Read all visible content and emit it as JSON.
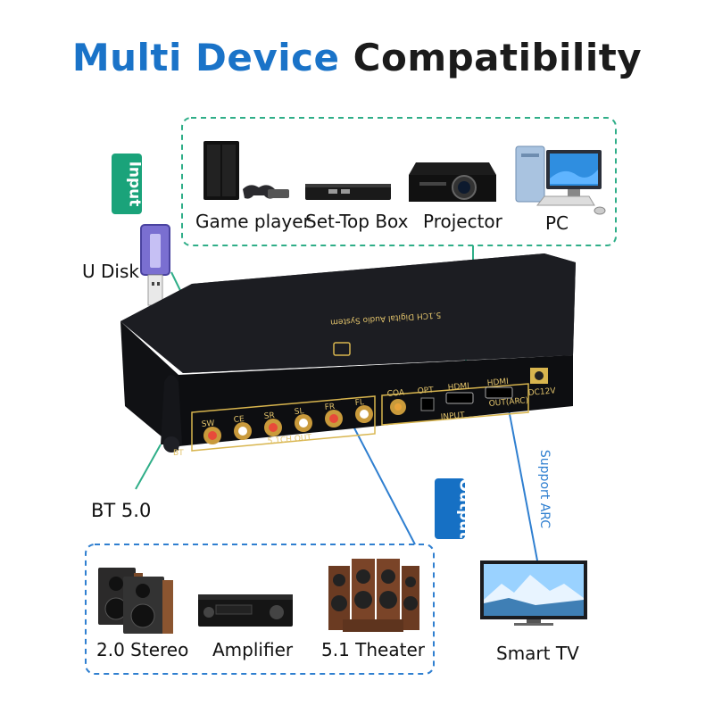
{
  "title": {
    "part1": "Multi Device",
    "part2": "Compatibility"
  },
  "colors": {
    "accent_blue": "#1a73c8",
    "input_green": "#1aa37a",
    "output_blue": "#1670c4",
    "dash_green": "#2fae88",
    "dash_blue": "#2f7fd0",
    "device_body": "#16171b",
    "panel_gold": "#d8b54e"
  },
  "tags": {
    "input": "Input",
    "output": "Output"
  },
  "input_devices": [
    {
      "label": "Game player",
      "icon": "game-console-icon"
    },
    {
      "label": "Set-Top Box",
      "icon": "set-top-box-icon"
    },
    {
      "label": "Projector",
      "icon": "projector-icon"
    },
    {
      "label": "PC",
      "icon": "desktop-pc-icon"
    }
  ],
  "output_devices": [
    {
      "label": "2.0 Stereo",
      "icon": "stereo-speakers-icon"
    },
    {
      "label": "Amplifier",
      "icon": "amplifier-icon"
    },
    {
      "label": "5.1 Theater",
      "icon": "home-theater-speakers-icon"
    }
  ],
  "side_labels": {
    "udisk": "U Disk",
    "bt": "BT 5.0",
    "smart_tv": "Smart TV",
    "arc": "Support ARC"
  },
  "device": {
    "name": "5.1CH Digital Audio System",
    "ports": [
      "SW",
      "CE",
      "SR",
      "SL",
      "FR",
      "FL"
    ],
    "port_group": "5.1CH OUT",
    "inputs": [
      "COA",
      "OPT",
      "HDMI",
      "HDMI"
    ],
    "arc_label": "OUT(ARC)",
    "input_group": "INPUT",
    "power": "DC12V",
    "bt_port": "BT"
  }
}
